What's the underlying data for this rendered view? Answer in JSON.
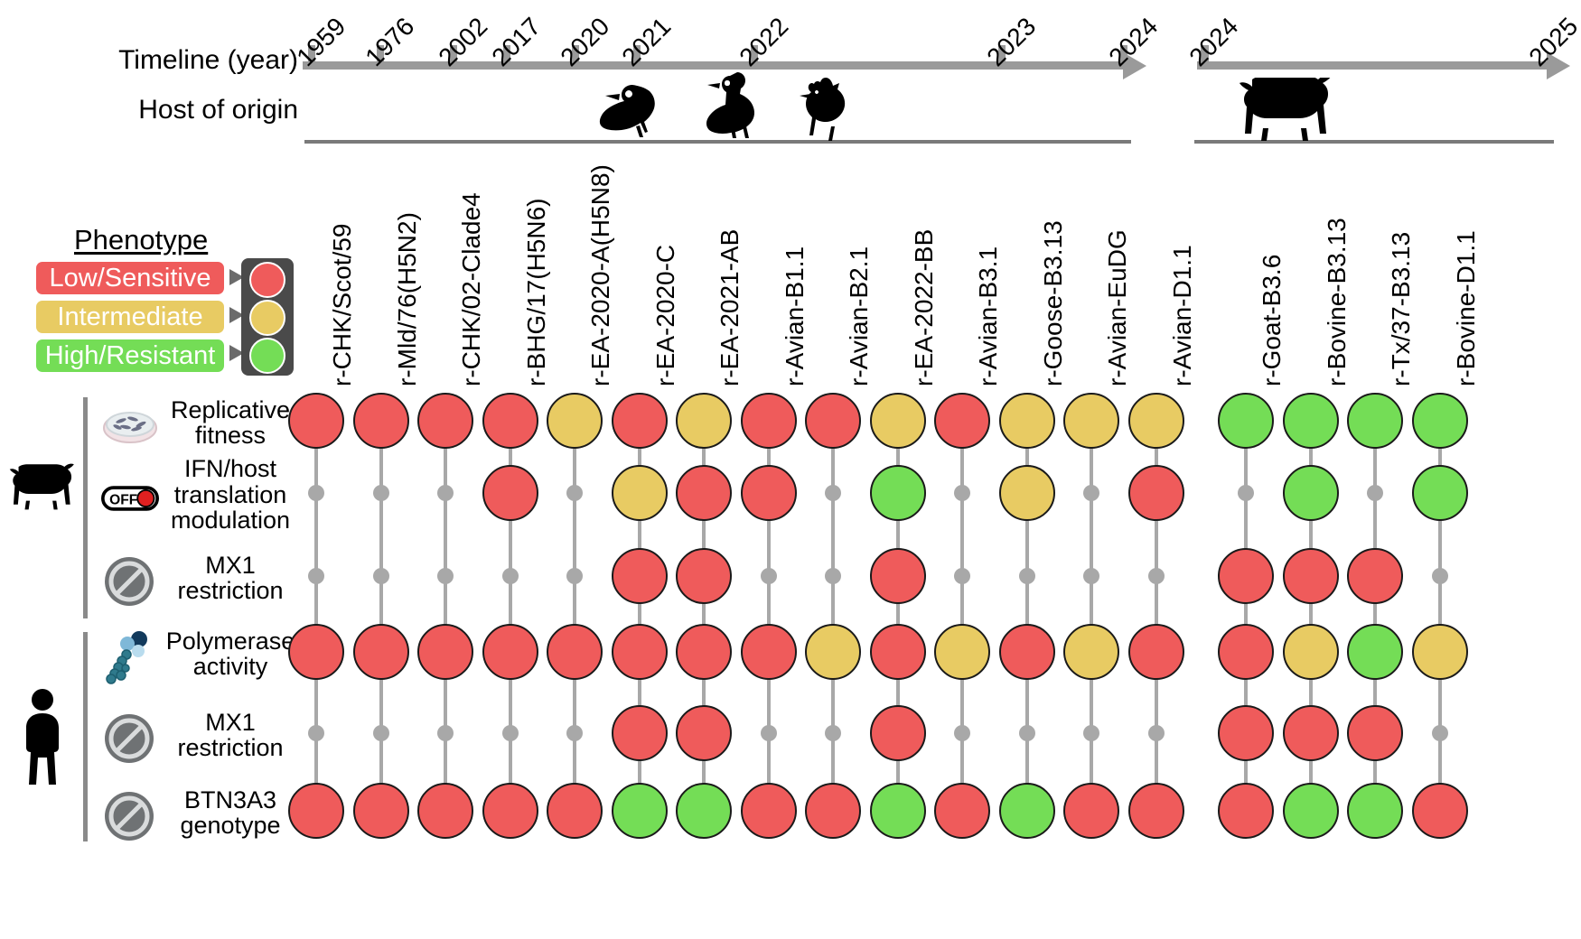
{
  "timeline": {
    "row_label": "Timeline (year)",
    "host_label": "Host of origin",
    "segment_a_years": [
      "1959",
      "1976",
      "2002",
      "2017",
      "2020",
      "2021",
      "2022",
      "2023",
      "2024"
    ],
    "segment_b_years": [
      "2024",
      "2025"
    ],
    "axis_color": "#9a9a9a",
    "host_icons_a": [
      "duck-icon",
      "goose-icon",
      "chicken-icon"
    ],
    "host_icons_b": [
      "cow-icon"
    ]
  },
  "legend": {
    "title": "Phenotype",
    "items": [
      {
        "label": "Low/Sensitive",
        "color": "#ef5b5b"
      },
      {
        "label": "Intermediate",
        "color": "#e8cb63"
      },
      {
        "label": "High/Resistant",
        "color": "#74dd56"
      }
    ],
    "traffic_light_icon": "traffic-light-icon"
  },
  "colors": {
    "low": "#ef5b5b",
    "intermediate": "#e8cb63",
    "high": "#74dd56",
    "none": "#a8a8a8",
    "connector": "#a8a8a8",
    "outline": "#1a1a1a"
  },
  "columns": [
    "r-CHK/Scot/59",
    "r-Mld/76(H5N2)",
    "r-CHK/02-Clade4",
    "r-BHG/17(H5N6)",
    "r-EA-2020-A(H5N8)",
    "r-EA-2020-C",
    "r-EA-2021-AB",
    "r-Avian-B1.1",
    "r-Avian-B2.1",
    "r-EA-2022-BB",
    "r-Avian-B3.1",
    "r-Goose-B3.13",
    "r-Avian-EuDG",
    "r-Avian-D1.1",
    "r-Goat-B3.6",
    "r-Bovine-B3.13",
    "r-Tx/37-B3.13",
    "r-Bovine-D1.1"
  ],
  "group_split_after_column": 14,
  "species_groups": [
    {
      "icon": "cow-icon",
      "rows": [
        0,
        1,
        2
      ]
    },
    {
      "icon": "human-icon",
      "rows": [
        3,
        4,
        5
      ]
    }
  ],
  "rows": [
    {
      "label": "Replicative fitness",
      "icon": "petri-dish-icon",
      "values": [
        "low",
        "low",
        "low",
        "low",
        "intermediate",
        "low",
        "intermediate",
        "low",
        "low",
        "intermediate",
        "low",
        "intermediate",
        "intermediate",
        "intermediate",
        "high",
        "high",
        "high",
        "high"
      ]
    },
    {
      "label": "IFN/host translation modulation",
      "icon": "off-switch-icon",
      "values": [
        "none",
        "none",
        "none",
        "low",
        "none",
        "intermediate",
        "low",
        "low",
        "none",
        "high",
        "none",
        "intermediate",
        "none",
        "low",
        "none",
        "high",
        "none",
        "high"
      ]
    },
    {
      "label": "MX1 restriction",
      "icon": "no-entry-icon",
      "values": [
        "none",
        "none",
        "none",
        "none",
        "none",
        "low",
        "low",
        "none",
        "none",
        "low",
        "none",
        "none",
        "none",
        "none",
        "low",
        "low",
        "low",
        "none"
      ]
    },
    {
      "label": "Polymerase activity",
      "icon": "polymerase-icon",
      "values": [
        "low",
        "low",
        "low",
        "low",
        "low",
        "low",
        "low",
        "low",
        "intermediate",
        "low",
        "intermediate",
        "low",
        "intermediate",
        "low",
        "low",
        "intermediate",
        "high",
        "intermediate"
      ]
    },
    {
      "label": "MX1 restriction",
      "icon": "no-entry-icon",
      "values": [
        "none",
        "none",
        "none",
        "none",
        "none",
        "low",
        "low",
        "none",
        "none",
        "low",
        "none",
        "none",
        "none",
        "none",
        "low",
        "low",
        "low",
        "none"
      ]
    },
    {
      "label": "BTN3A3 genotype",
      "icon": "no-entry-icon",
      "values": [
        "low",
        "low",
        "low",
        "low",
        "low",
        "high",
        "high",
        "low",
        "low",
        "high",
        "low",
        "high",
        "low",
        "low",
        "low",
        "high",
        "high",
        "low"
      ]
    }
  ]
}
